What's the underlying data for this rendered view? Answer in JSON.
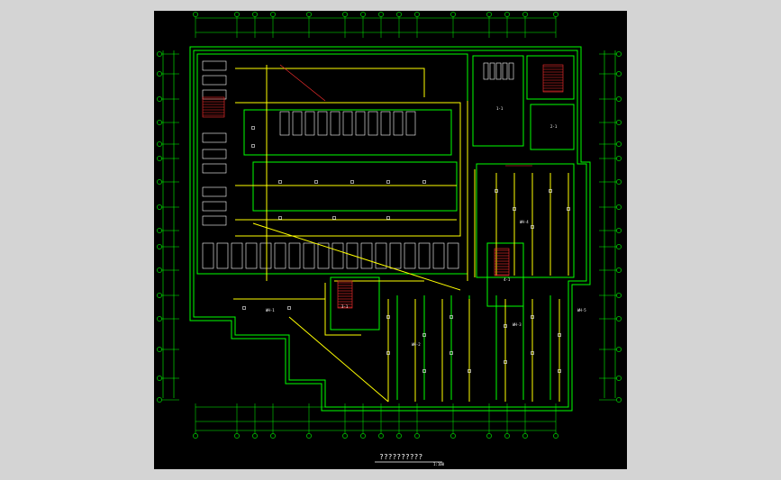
{
  "drawing": {
    "title_label": "??????????",
    "title_scale": "1:100",
    "area_labels": [
      "WH-1",
      "WH-2",
      "WH-3",
      "WH-4",
      "WH-5"
    ],
    "room_labels": [
      "1-1",
      "2-1",
      "3-1",
      "4-1"
    ],
    "colors": {
      "background": "#000000",
      "wall": "#00ff00",
      "circuit": "#ffff00",
      "axis": "#00ff00",
      "text": "#ffffff",
      "accent": "#ff0000",
      "highlight": "#00ffff"
    }
  }
}
